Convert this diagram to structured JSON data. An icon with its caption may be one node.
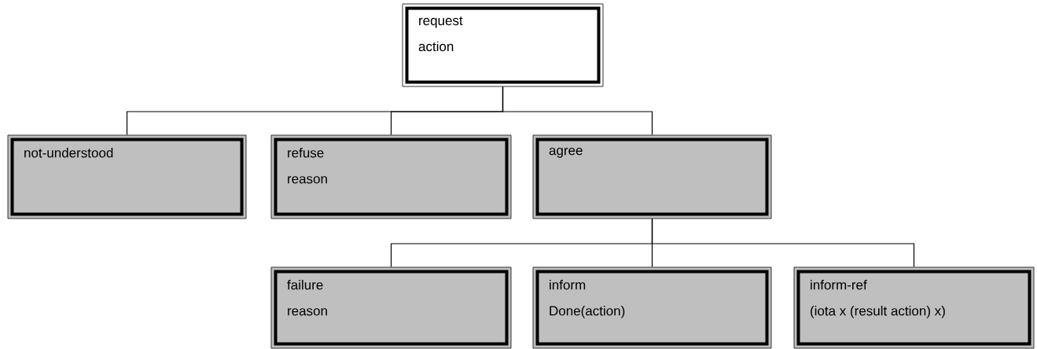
{
  "diagram": {
    "nodes": [
      {
        "text": [
          "request",
          "action"
        ]
      },
      {
        "text": [
          "not-understood"
        ]
      },
      {
        "text": [
          "refuse",
          "reason"
        ]
      },
      {
        "text": [
          "agree"
        ]
      },
      {
        "text": [
          "failure",
          "reason"
        ]
      },
      {
        "text": [
          "inform",
          "Done(action)"
        ]
      },
      {
        "text": [
          "inform-ref",
          "(iota x (result action) x)"
        ]
      }
    ],
    "edges": [
      {
        "from": 0,
        "to": 1,
        "arrow": "none"
      },
      {
        "from": 0,
        "to": 2,
        "arrow": "none"
      },
      {
        "from": 0,
        "to": 3,
        "arrow": "none"
      },
      {
        "from": 3,
        "to": 4,
        "arrow": "none"
      },
      {
        "from": 3,
        "to": 5,
        "arrow": "none"
      },
      {
        "from": 3,
        "to": 6,
        "arrow": "none"
      }
    ]
  }
}
